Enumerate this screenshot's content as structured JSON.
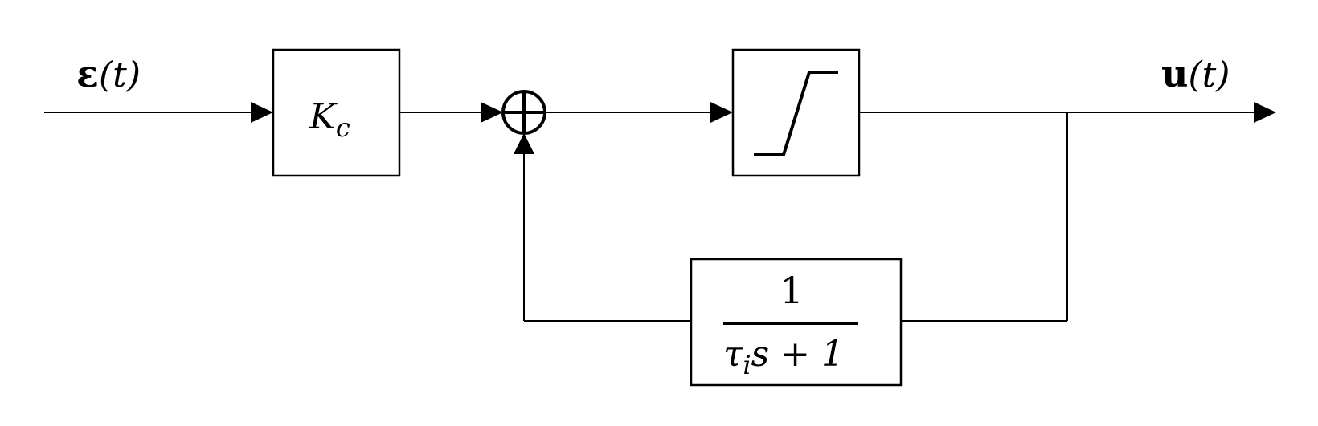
{
  "input": {
    "symbol": "ε",
    "arg": "(t)"
  },
  "output": {
    "symbol": "u",
    "arg": "(t)"
  },
  "gain_block": {
    "main": "K",
    "sub": "c"
  },
  "summing_junction": {
    "operator": "⊕"
  },
  "saturation_block": {
    "icon": "saturation-icon"
  },
  "feedback_block": {
    "numerator": "1",
    "denominator_main": "τ",
    "denominator_sub": "i",
    "denominator_rest": "s + 1"
  }
}
